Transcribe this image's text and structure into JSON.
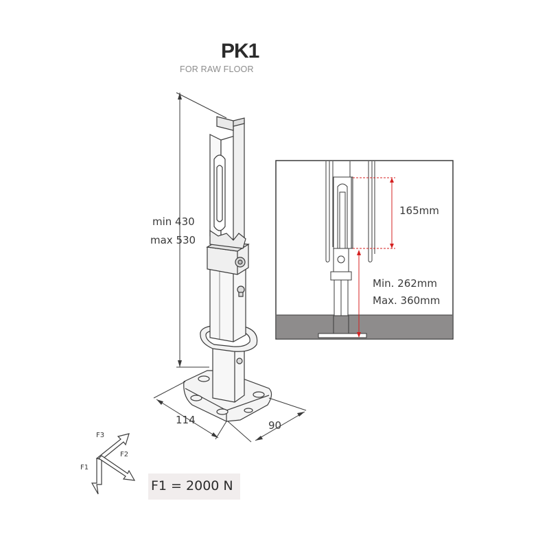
{
  "product": {
    "name": "PK1",
    "subtitle": "FOR RAW FLOOR"
  },
  "dimensions": {
    "height_min": "min 430",
    "height_max": "max 530",
    "base_width": "114",
    "base_depth": "90"
  },
  "detail": {
    "bracket_height": "165mm",
    "min_height": "Min. 262mm",
    "max_height": "Max. 360mm"
  },
  "forces": {
    "f1_label": "F1",
    "f2_label": "F2",
    "f3_label": "F3",
    "load": "F1 = 2000 N"
  },
  "colors": {
    "line": "#3a3a3a",
    "red_dimension": "#d42020",
    "floor_fill": "#8e8c8c"
  }
}
